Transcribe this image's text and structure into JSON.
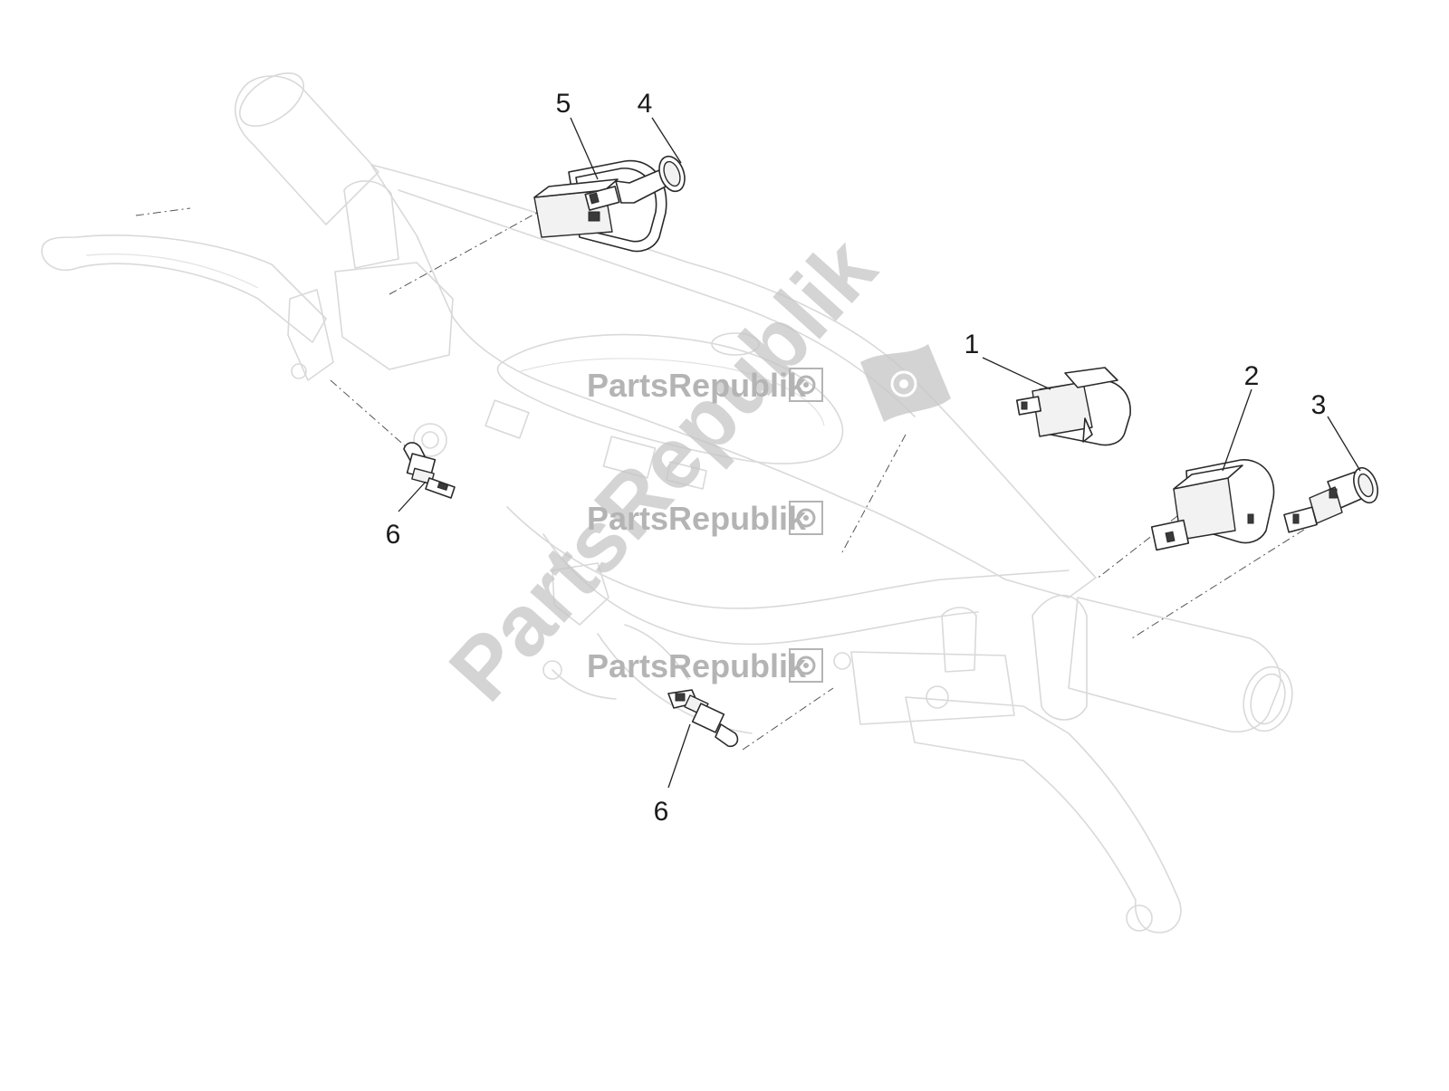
{
  "watermark": {
    "label_1": "PartsRepublik",
    "label_2": "PartsRepublik",
    "label_3": "PartsRepublik",
    "diagonal": "PartsRepublik",
    "color": "#b4b4b4"
  },
  "callouts": {
    "c1": "1",
    "c2": "2",
    "c3": "3",
    "c4": "4",
    "c5": "5",
    "c6a": "6",
    "c6b": "6"
  },
  "icons": [
    "gear-icon",
    "logo-flag-icon"
  ]
}
